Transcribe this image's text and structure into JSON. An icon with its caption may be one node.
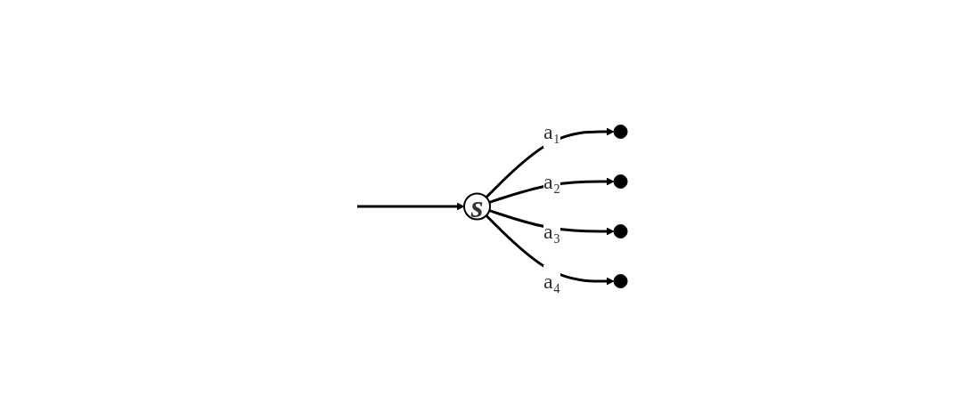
{
  "diagram": {
    "nodes": [
      {
        "text": [
          "s"
        ]
      },
      {
        "text": [],
        "shape": "circle"
      },
      {
        "text": [],
        "shape": "circle"
      },
      {
        "text": [],
        "shape": "circle"
      },
      {
        "text": [],
        "shape": "circle"
      }
    ],
    "edges": [
      {
        "from": null,
        "to": 0,
        "arrow": "to"
      },
      {
        "from": 0,
        "to": 1,
        "arrow": "to",
        "label": "a₁"
      },
      {
        "from": 0,
        "to": 2,
        "arrow": "to",
        "label": "a₂"
      },
      {
        "from": 0,
        "to": 3,
        "arrow": "to",
        "label": "a₃"
      },
      {
        "from": 0,
        "to": 4,
        "arrow": "to",
        "label": "a₄"
      }
    ]
  }
}
